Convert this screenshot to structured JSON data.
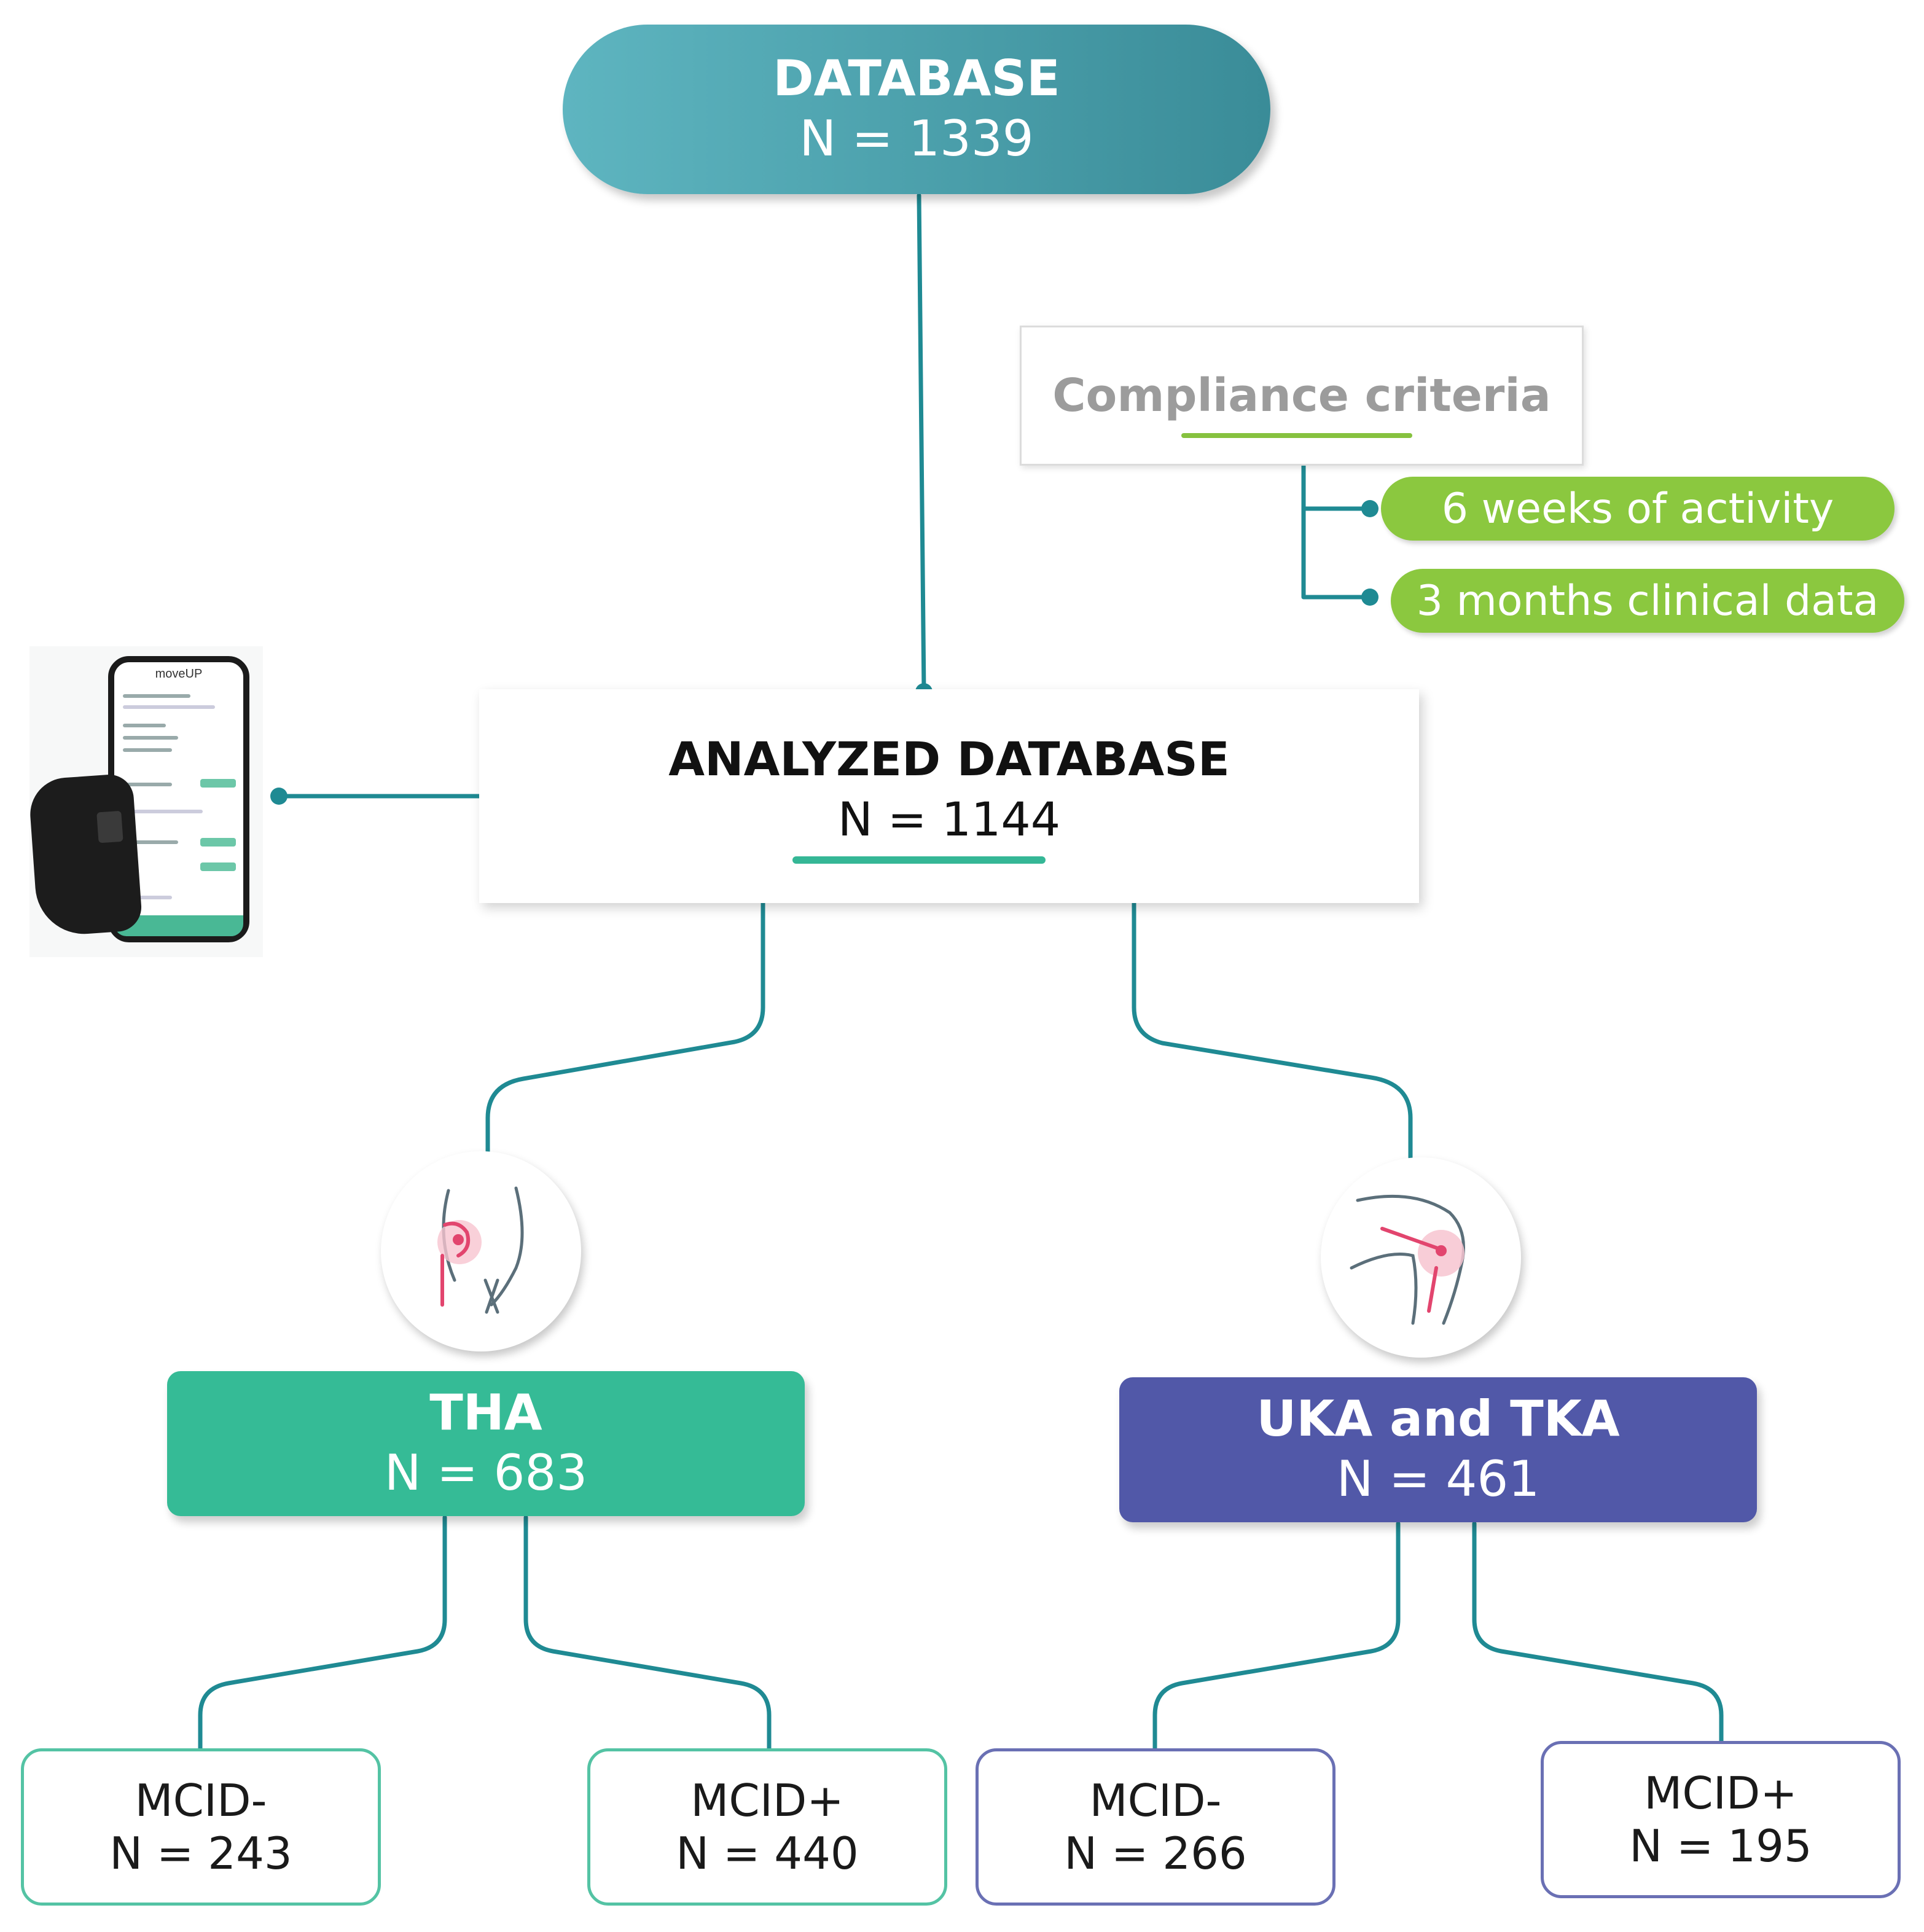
{
  "database": {
    "title": "DATABASE",
    "count": "N = 1339"
  },
  "compliance": {
    "title": "Compliance criteria",
    "criteria": [
      "6 weeks of activity",
      "3 months clinical data"
    ]
  },
  "analyzed": {
    "title": "ANALYZED DATABASE",
    "count": "N = 1144"
  },
  "devices": {
    "brand": "moveUP"
  },
  "groups": {
    "tha": {
      "title": "THA",
      "count": "N = 683"
    },
    "knee": {
      "title": "UKA and TKA",
      "count": "N = 461"
    }
  },
  "leaves": [
    {
      "title": "MCID-",
      "count": "N = 243"
    },
    {
      "title": "MCID+",
      "count": "N = 440"
    },
    {
      "title": "MCID-",
      "count": "N = 266"
    },
    {
      "title": "MCID+",
      "count": "N = 195"
    }
  ],
  "colors": {
    "connector": "#1f8a93",
    "database_pill": "#4aa3ae",
    "criteria_pill": "#8bc83f",
    "tha": "#35bb96",
    "knee": "#5158a8"
  }
}
